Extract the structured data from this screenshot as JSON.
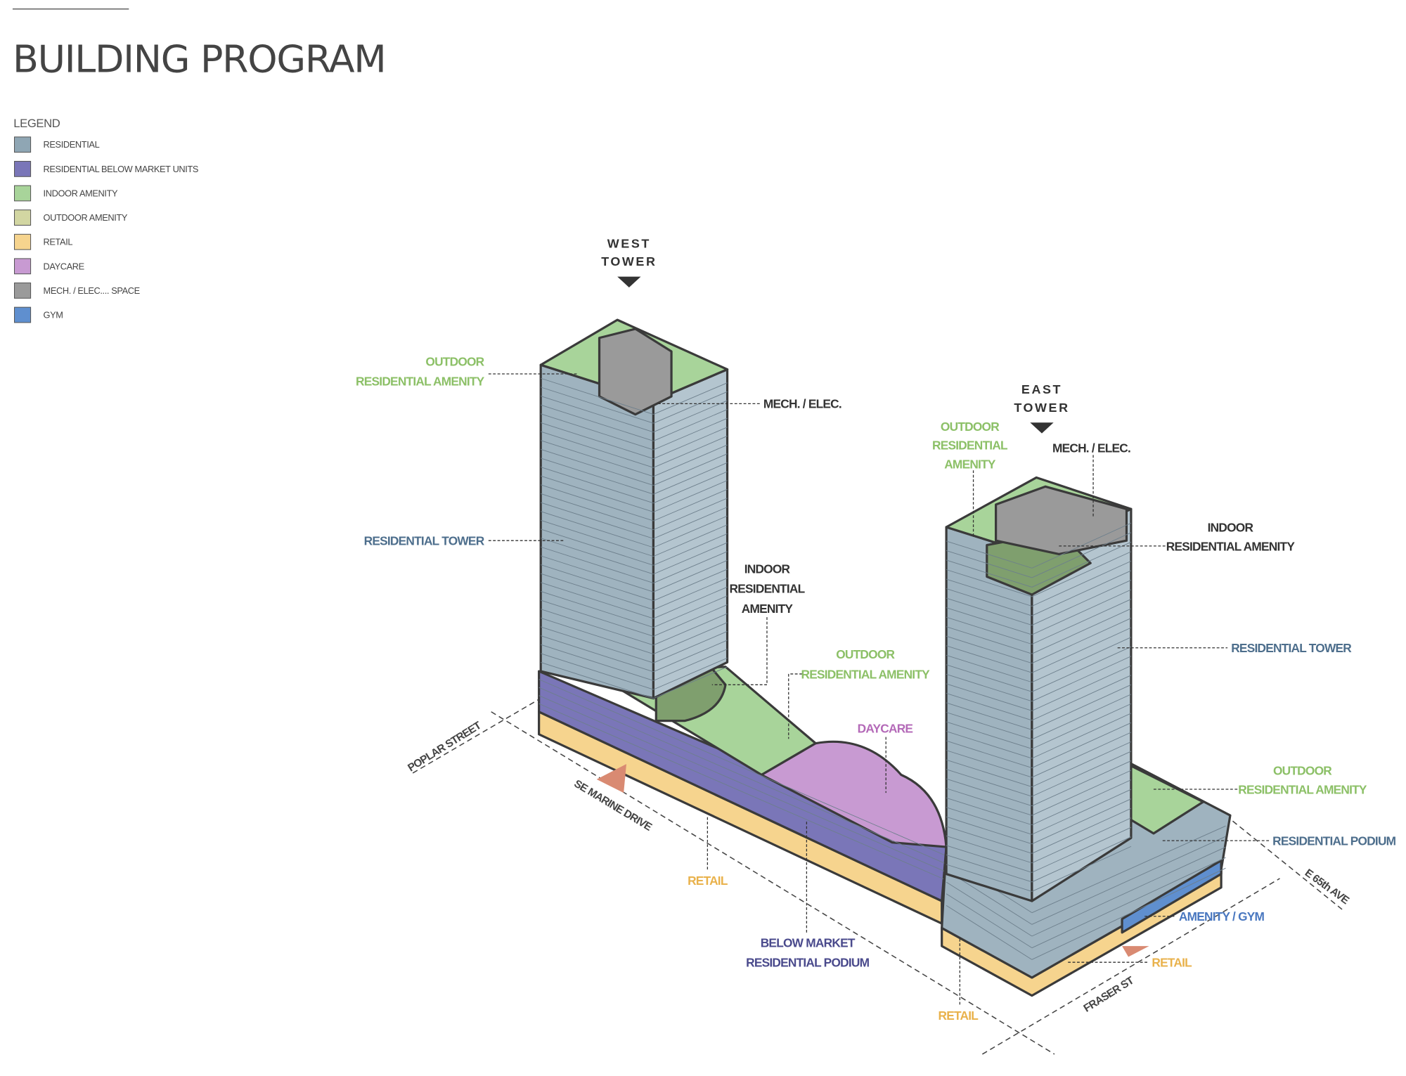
{
  "title": "BUILDING PROGRAM",
  "legend": {
    "heading": "LEGEND",
    "items": [
      {
        "label": "RESIDENTIAL",
        "color": "#8fa6b4"
      },
      {
        "label": "RESIDENTIAL  BELOW MARKET UNITS",
        "color": "#7a76b8"
      },
      {
        "label": "INDOOR AMENITY",
        "color": "#a8d49a"
      },
      {
        "label": "OUTDOOR AMENITY",
        "color": "#d2d6a2"
      },
      {
        "label": "RETAIL",
        "color": "#f6d48e"
      },
      {
        "label": "DAYCARE",
        "color": "#c89ad2"
      },
      {
        "label": "MECH. / ELEC.... SPACE",
        "color": "#9a9a9a"
      },
      {
        "label": "GYM",
        "color": "#5f8fcf"
      }
    ]
  },
  "colors": {
    "green": "#8cc067",
    "blue_gray": "#4d6e8c",
    "dark": "#333333",
    "orange": "#e9b24c",
    "purple": "#b46ab8",
    "navy": "#4a4a8c",
    "gym_blue": "#4a78c0"
  },
  "west_tower": {
    "name_line1": "WEST",
    "name_line2": "TOWER",
    "outdoor_amenity": [
      "OUTDOOR",
      "RESIDENTIAL AMENITY"
    ],
    "mech": "MECH. / ELEC.",
    "residential_tower": "RESIDENTIAL TOWER",
    "indoor_amenity": [
      "INDOOR",
      "RESIDENTIAL",
      "AMENITY"
    ],
    "podium_outdoor_amenity": [
      "OUTDOOR",
      "RESIDENTIAL AMENITY"
    ],
    "daycare": "DAYCARE",
    "retail": "RETAIL",
    "below_market": [
      "BELOW MARKET",
      "RESIDENTIAL PODIUM"
    ]
  },
  "east_tower": {
    "name_line1": "EAST",
    "name_line2": "TOWER",
    "outdoor_amenity": [
      "OUTDOOR",
      "RESIDENTIAL",
      "AMENITY"
    ],
    "mech": "MECH. / ELEC.",
    "indoor_amenity": [
      "INDOOR",
      "RESIDENTIAL AMENITY"
    ],
    "residential_tower": "RESIDENTIAL TOWER",
    "podium_outdoor_amenity": [
      "OUTDOOR",
      "RESIDENTIAL AMENITY"
    ],
    "residential_podium": "RESIDENTIAL PODIUM",
    "gym": "AMENITY / GYM",
    "retail_right": "RETAIL",
    "retail_bottom": "RETAIL"
  },
  "streets": {
    "poplar": "POPLAR STREET",
    "marine": "SE MARINE DRIVE",
    "e65": "E 65th AVE",
    "fraser": "FRASER ST"
  }
}
